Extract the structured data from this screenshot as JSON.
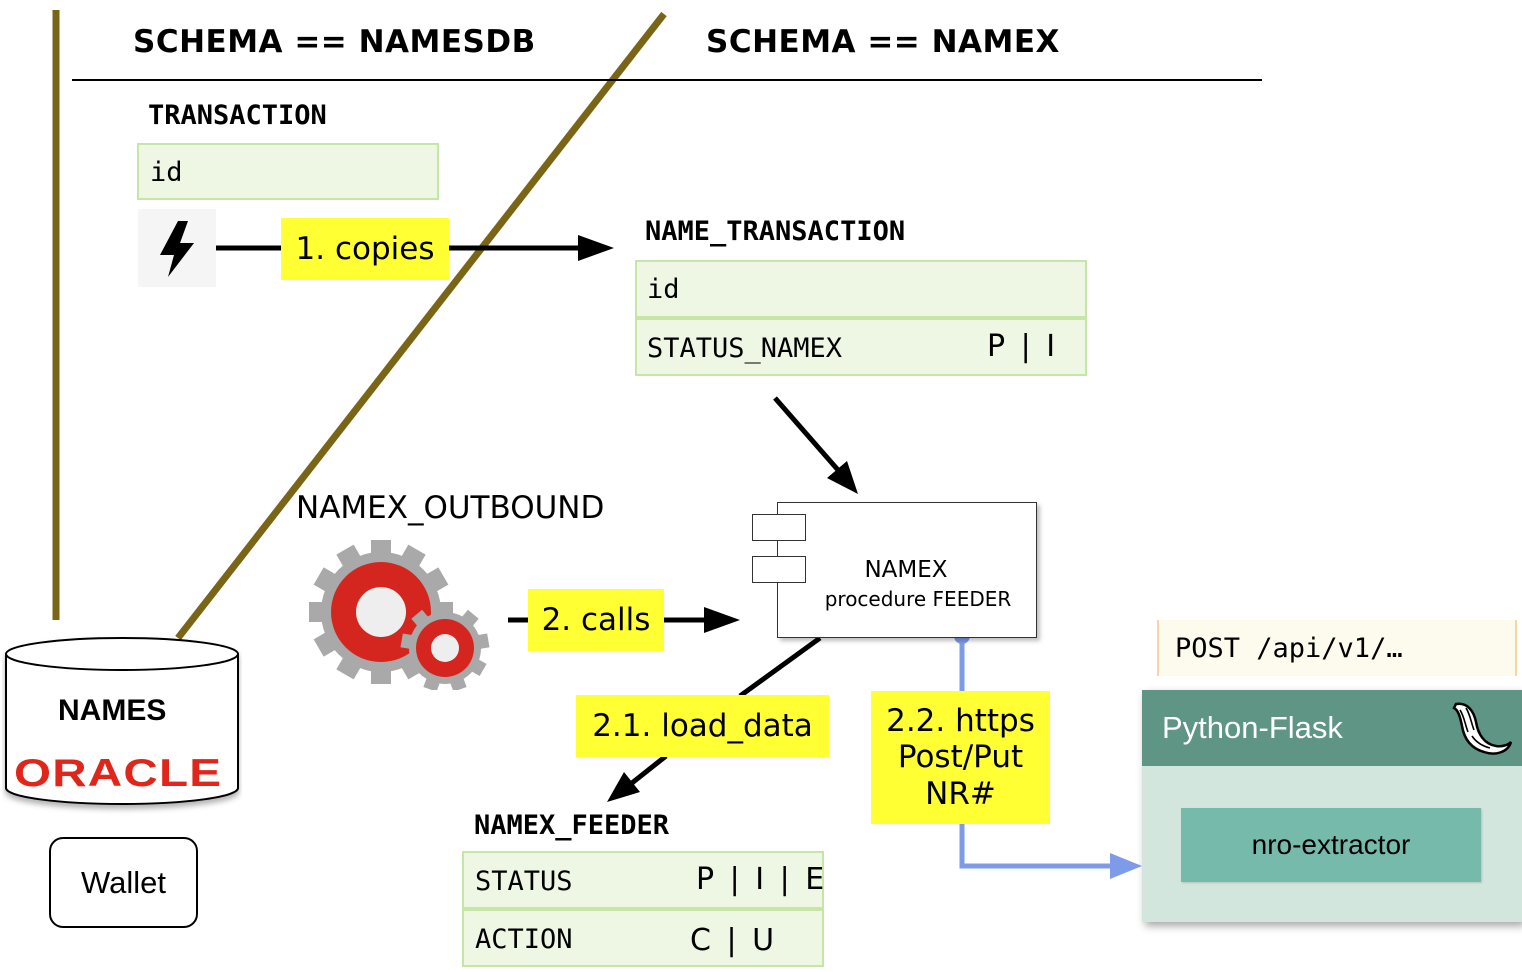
{
  "schemas": {
    "left": "SCHEMA == NAMESDB",
    "right": "SCHEMA == NAMEX"
  },
  "tables": {
    "transaction": {
      "name": "TRANSACTION",
      "rows": [
        {
          "field": "id",
          "value": ""
        }
      ]
    },
    "name_transaction": {
      "name": "NAME_TRANSACTION",
      "rows": [
        {
          "field": "id",
          "value": ""
        },
        {
          "field": "STATUS_NAMEX",
          "value": "P | I"
        }
      ]
    },
    "namex_feeder": {
      "name": "NAMEX_FEEDER",
      "rows": [
        {
          "field": "STATUS",
          "value": "P | I | E"
        },
        {
          "field": "ACTION",
          "value": "C | U"
        }
      ]
    }
  },
  "labels": {
    "copies": "1. copies",
    "calls": "2. calls",
    "load_data": "2.1. load_data",
    "https": [
      "2.2. https",
      "Post/Put",
      "NR#"
    ]
  },
  "namex_outbound": "NAMEX_OUTBOUND",
  "feeder_component": {
    "line1": "NAMEX",
    "line2": "procedure FEEDER"
  },
  "database": {
    "name": "NAMES",
    "vendor": "ORACLE"
  },
  "wallet": "Wallet",
  "api": {
    "endpoint": "POST /api/v1/…"
  },
  "flask": {
    "title": "Python-Flask",
    "service": "nro-extractor",
    "icon": "flask-horn-icon"
  },
  "icons": {
    "trigger": "lightning-bolt-icon",
    "gears": "gears-icon"
  },
  "colors": {
    "divider": "#7a6415",
    "table_fill": "#eef6e4",
    "table_border": "#c5e6a6",
    "highlight": "#ffff33",
    "https_arrow": "#7d9be8",
    "flask_header": "#5e9584",
    "flask_body": "#d2e6dd",
    "extractor": "#75baaa",
    "oracle_red": "#e0261b",
    "gear_red": "#d4261e",
    "gear_grey": "#a9a9a9"
  }
}
